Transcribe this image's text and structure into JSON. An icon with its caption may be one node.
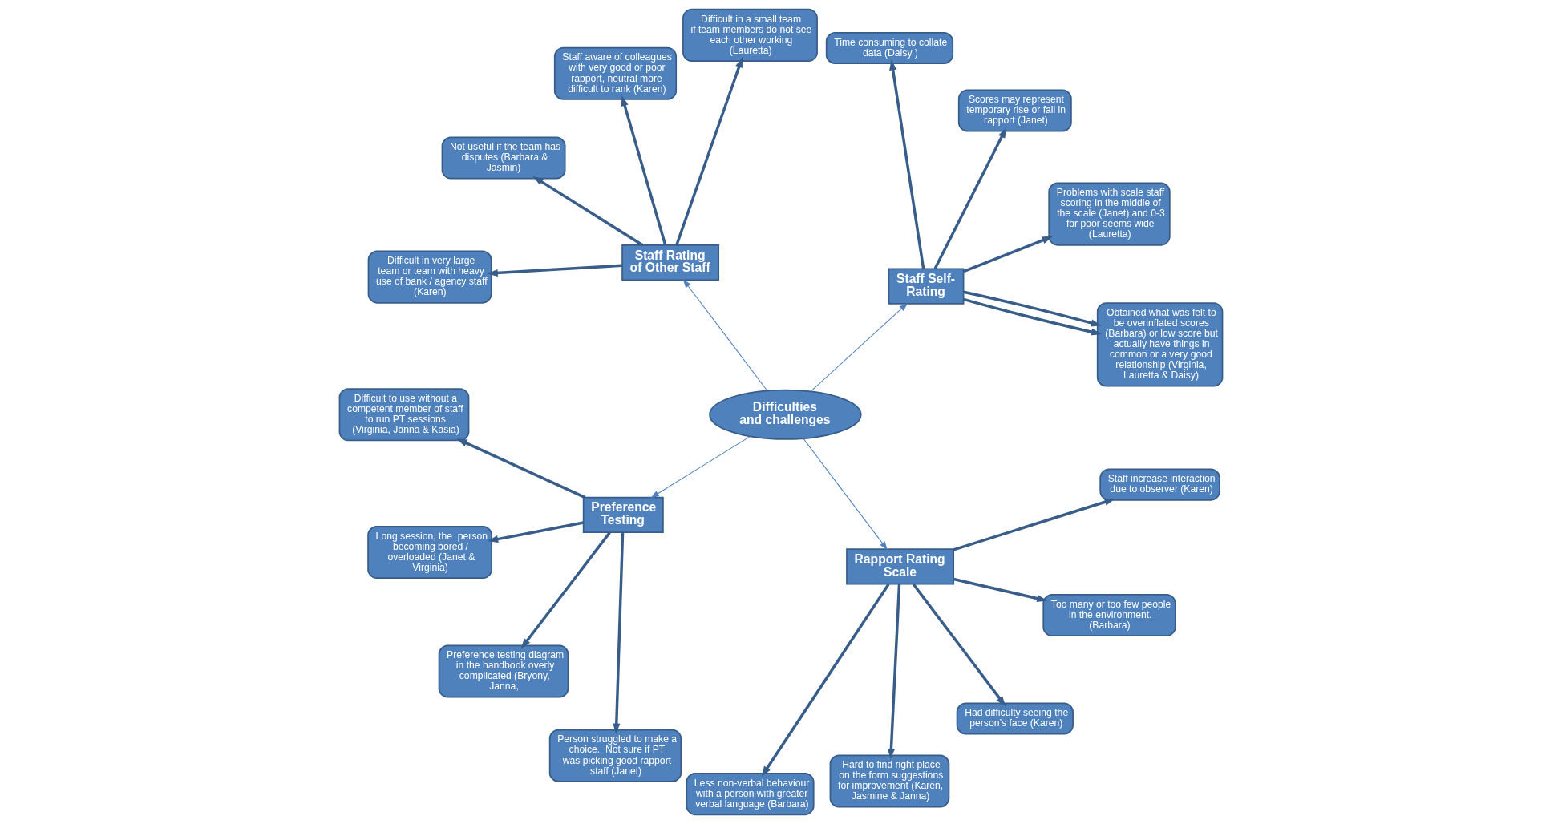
{
  "diagram": {
    "nodes": [
      {
        "text": [
          "Difficulties and challenges"
        ]
      },
      {
        "text": [
          "Staff Self-Rating"
        ]
      },
      {
        "text": [
          "Obtained what was felt to be overinflated scores (Barbara) or low score but actually have things in common or a very good relationship (Virginia, Lauretta & Daisy)"
        ]
      },
      {
        "text": [
          "Problems with scale staff scoring in the middle of the scale (Janet) and 0-3 for poor seems wide (Lauretta)"
        ]
      },
      {
        "text": [
          "Scores may represent temporary rise or fall in rapport (Janet)"
        ]
      },
      {
        "text": [
          "Time consuming to collate data (Daisy )"
        ]
      },
      {
        "text": [
          "Staff Rating of Other Staff"
        ]
      },
      {
        "text": [
          "Difficult in a small team if team members do not see each other working (Lauretta)"
        ]
      },
      {
        "text": [
          "Staff aware of colleagues with very good or poor rapport, neutral more difficult to rank (Karen)"
        ]
      },
      {
        "text": [
          "Not useful if the team has disputes (Barbara & Jasmin)"
        ]
      },
      {
        "text": [
          "Difficult in very large team or team with heavy use of bank / agency staff (Karen)"
        ]
      },
      {
        "text": [
          "Preference Testing"
        ]
      },
      {
        "text": [
          "Difficult to use without a competent member of staff to run PT sessions (Virginia, Janna & Kasia)"
        ]
      },
      {
        "text": [
          "Long session, the  person becoming bored / overloaded (Janet & Virginia)"
        ]
      },
      {
        "text": [
          "Preference testing diagram in the handbook overly complicated (Bryony, Janna,"
        ]
      },
      {
        "text": [
          "Person struggled to make a choice.  Not sure if PT was picking good rapport staff (Janet)"
        ]
      },
      {
        "text": [
          "Rapport Rating Scale"
        ]
      },
      {
        "text": [
          "Less non-verbal behaviour with a person with greater verbal language (Barbara)"
        ]
      },
      {
        "text": [
          "Hard to find right place on the form suggestions for improvement (Karen, Jasmine & Janna)"
        ]
      },
      {
        "text": [
          "Had difficulty seeing the person’s face (Karen)"
        ]
      },
      {
        "text": [
          "Too many or too few people in the environment. (Barbara)"
        ]
      },
      {
        "text": [
          "Staff increase interaction due to observer (Karen)"
        ]
      }
    ],
    "edges": [
      {
        "from": 0,
        "to": 1,
        "arrow": "to",
        "color": "#4f81bd"
      },
      {
        "from": 0,
        "to": 11,
        "arrow": "to",
        "color": "#4f81bd"
      },
      {
        "from": 0,
        "to": 6,
        "arrow": "to",
        "color": "#4f81bd"
      },
      {
        "from": 0,
        "to": 16,
        "arrow": "to",
        "color": "#4f81bd"
      },
      {
        "from": 1,
        "to": 2,
        "arrow": "to"
      },
      {
        "from": 1,
        "to": 3,
        "arrow": "to"
      },
      {
        "from": 1,
        "to": 4,
        "arrow": "to"
      },
      {
        "from": 1,
        "to": 2,
        "arrow": "to"
      },
      {
        "from": 1,
        "to": 5,
        "arrow": "to"
      },
      {
        "from": 6,
        "to": 7,
        "arrow": "to"
      },
      {
        "from": 6,
        "to": 8,
        "arrow": "to"
      },
      {
        "from": 6,
        "to": 9,
        "arrow": "to"
      },
      {
        "from": 6,
        "to": 10,
        "arrow": "to"
      },
      {
        "from": 11,
        "to": 12,
        "arrow": "to"
      },
      {
        "from": 11,
        "to": 13,
        "arrow": "to"
      },
      {
        "from": 11,
        "to": 14,
        "arrow": "to"
      },
      {
        "from": 11,
        "to": 15,
        "arrow": "to"
      },
      {
        "from": 16,
        "to": 20,
        "arrow": "to"
      },
      {
        "from": 16,
        "to": 17,
        "arrow": "to"
      },
      {
        "from": 16,
        "to": 18,
        "arrow": "to"
      },
      {
        "from": 16,
        "to": 19,
        "arrow": "to"
      },
      {
        "from": 16,
        "to": 21,
        "arrow": "to"
      }
    ]
  }
}
